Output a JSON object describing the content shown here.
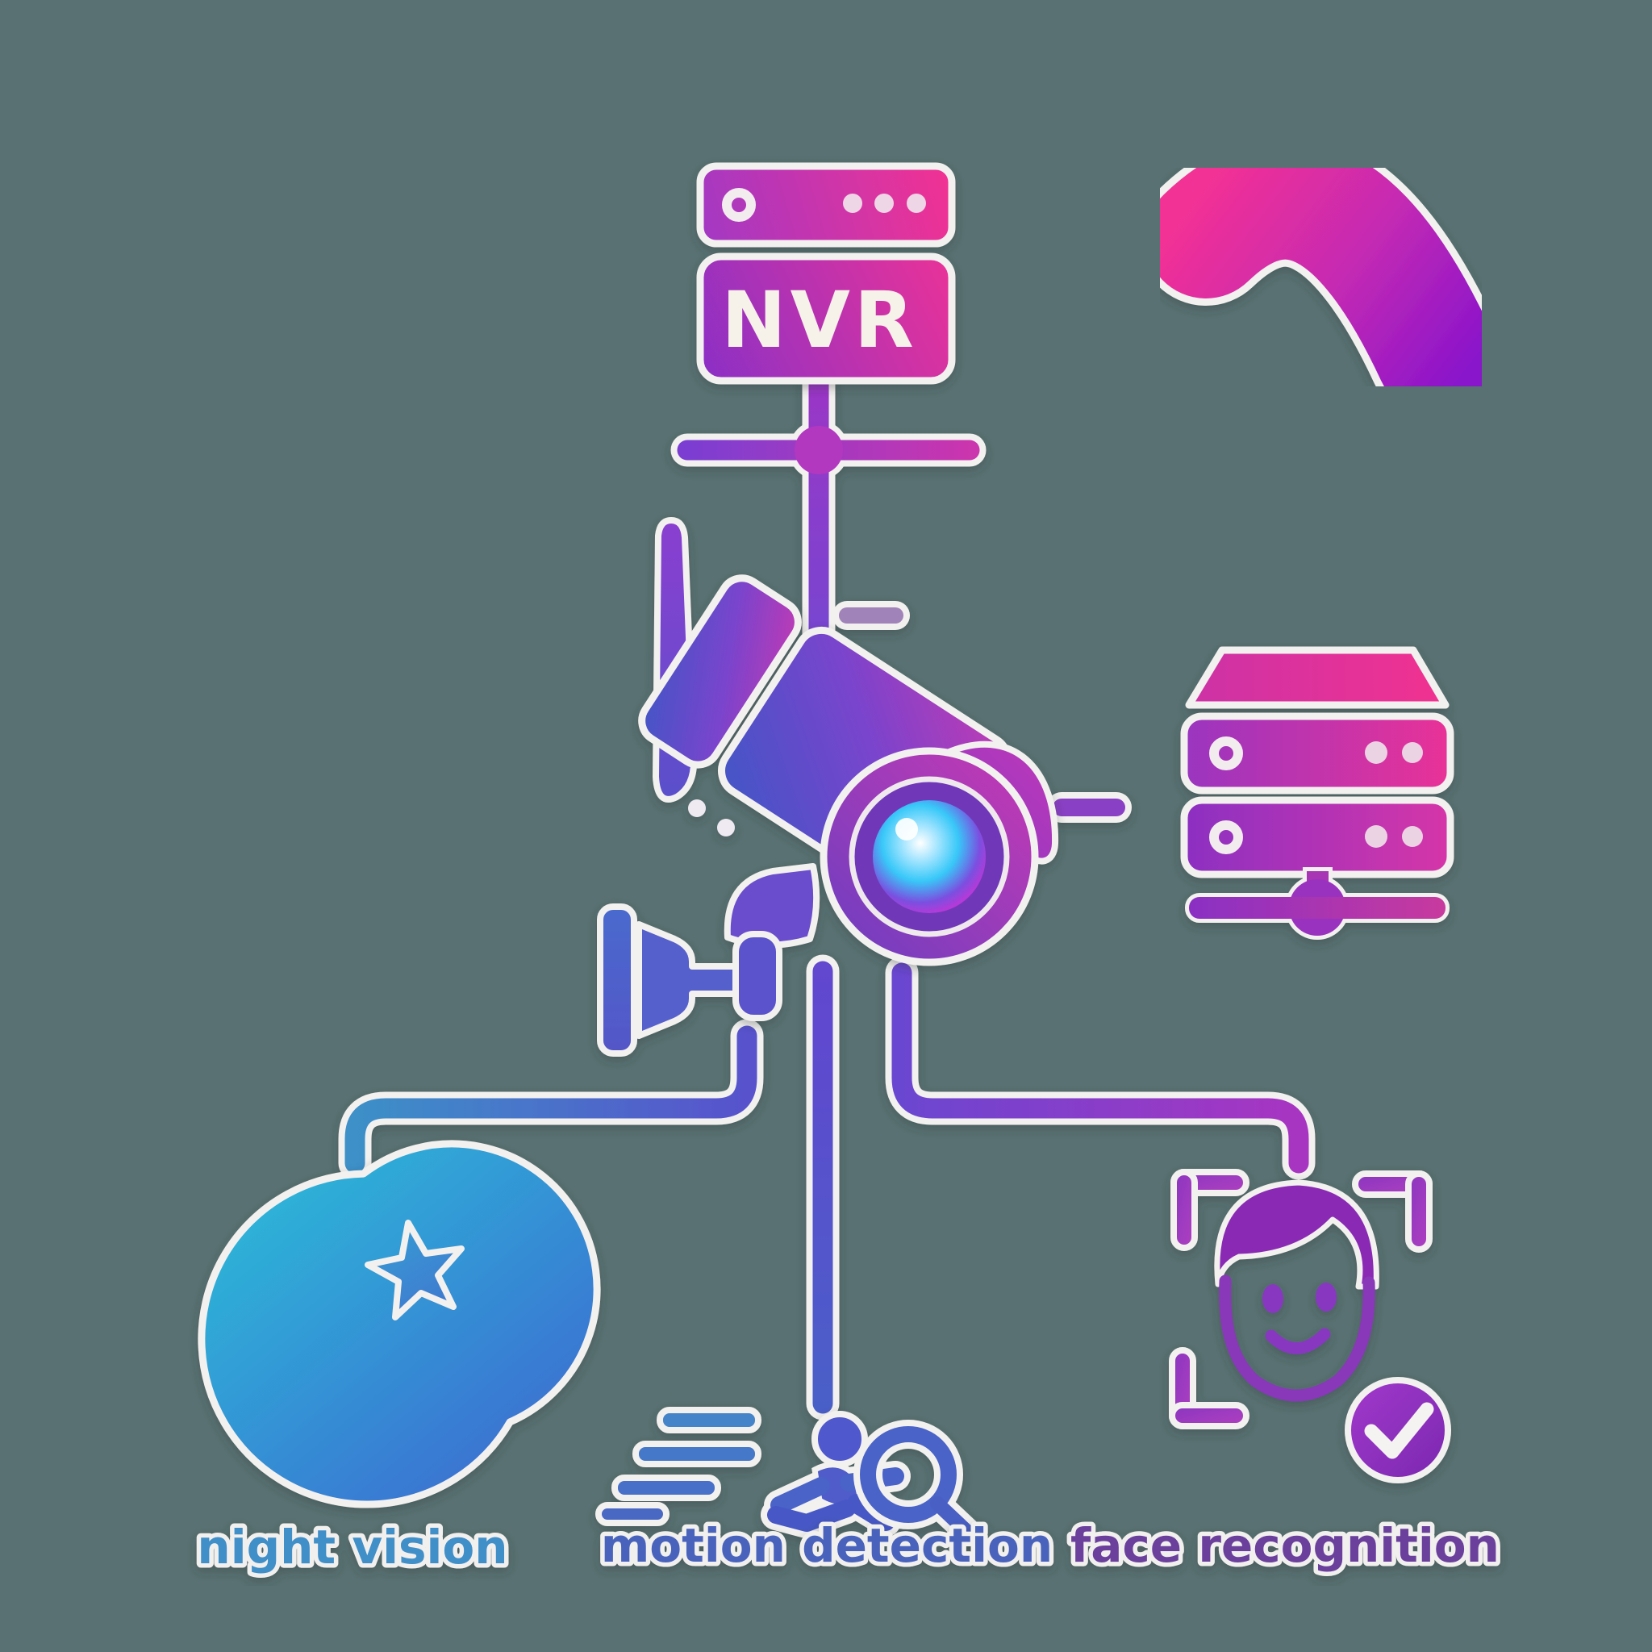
{
  "diagram": {
    "background_color": "#597172",
    "nvr": {
      "label": "NVR",
      "text_color": "#f6f1e9",
      "description": "network video recorder box with status dots"
    },
    "camera": {
      "name": "cctv-bullet-camera",
      "parts": [
        "antenna",
        "wall-mount-bracket",
        "camera-body",
        "lens",
        "sun-shield"
      ]
    },
    "server": {
      "name": "storage-server-stack",
      "rack_units": 2,
      "has_network_hub_bar": true
    },
    "swoosh": {
      "name": "signal-swoosh-arc"
    },
    "features": [
      {
        "id": "night-vision",
        "label": "night vision",
        "label_color": "#3f8fc8",
        "icon": "crescent-moon-and-star"
      },
      {
        "id": "motion-detection",
        "label": "motion detection",
        "label_color": "#4a63bd",
        "icon": "running-person-speed-lines-magnifier"
      },
      {
        "id": "face-recognition",
        "label": "face recognition",
        "label_color": "#6b3f9c",
        "icon": "face-scan-frame-with-checkmark"
      }
    ],
    "connections": [
      "nvr-to-camera-junction-cross",
      "camera-to-storage-server-dash",
      "camera-to-night-vision",
      "camera-to-motion-detection",
      "camera-to-face-recognition"
    ],
    "palette": {
      "pink": "#ee2f93",
      "magenta": "#c62bb2",
      "purple": "#8a2fc0",
      "deep_purple": "#7a28b0",
      "indigo": "#5558cc",
      "blue": "#3f7fc8",
      "teal": "#2cb6d8",
      "lens_cyan": "#38c8f8",
      "sticker_outline": "#f3f1ef"
    }
  }
}
